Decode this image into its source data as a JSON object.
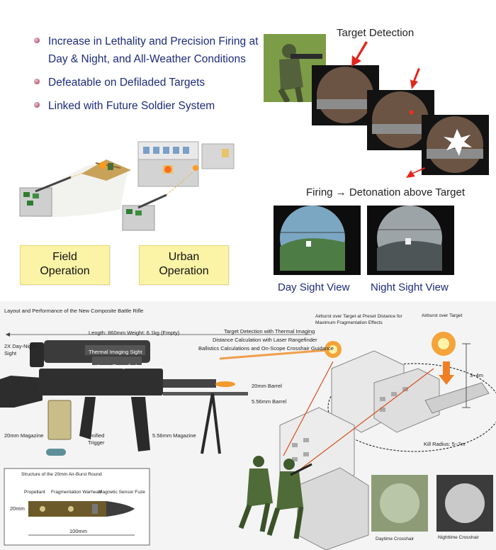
{
  "bullets": [
    "Increase in Lethality and Precision Firing at Day & Night, and  All-Weather Conditions",
    "Defeatable on Defiladed Targets",
    "Linked with Future Soldier System"
  ],
  "operations": {
    "field": "Field\nOperation",
    "urban": "Urban\nOperation"
  },
  "target_detection_title": "Target Detection",
  "firing_caption": "Firing → Detonation above Target",
  "sight_views": {
    "day": "Day Sight View",
    "night": "Night Sight View"
  },
  "diagram": {
    "title": "Layout and Performance of the New Composite Battle Rifle",
    "specs": "Length: 860mm   Weight: 6.1kg (Empty)",
    "sight_label": "2X Day-Night\nSight",
    "thermal": "Thermal Imaging Sight",
    "laser": "Laser Rangefinder",
    "steps": [
      "Target Detection with Thermal Imaging",
      "Distance Calculation with Laser Rangefinder",
      "Ballistics Calculations and On-Scope Crosshair Guidance"
    ],
    "barrel_20": "20mm Barrel",
    "barrel_556": "5.56mm Barrel",
    "mag_20": "20mm Magazine",
    "trigger": "Unified\nTrigger",
    "mag_556": "5.56mm Magazine",
    "airburst_preset": "Airburst over Target at Preset Distance for\nMaximum Fragmentation Effects",
    "airburst_target": "Airburst over Target",
    "height": "3~4m",
    "kill_radius": "Kill Radius: 5~7m",
    "round_title": "Structure of the 20mm Air-Burst Round",
    "propellant": "Propellant",
    "warhead": "Fragmentation Warhead",
    "fuze": "Magnetic Sensor Fuze",
    "diam": "20mm",
    "length": "100mm",
    "daytime_crosshair": "Daytime Crosshair",
    "nighttime_crosshair": "Nighttime Crosshair"
  },
  "colors": {
    "bullet_text": "#1d2b7a",
    "label_box": "#fbf3a6",
    "arrow_red": "#e3261c"
  }
}
